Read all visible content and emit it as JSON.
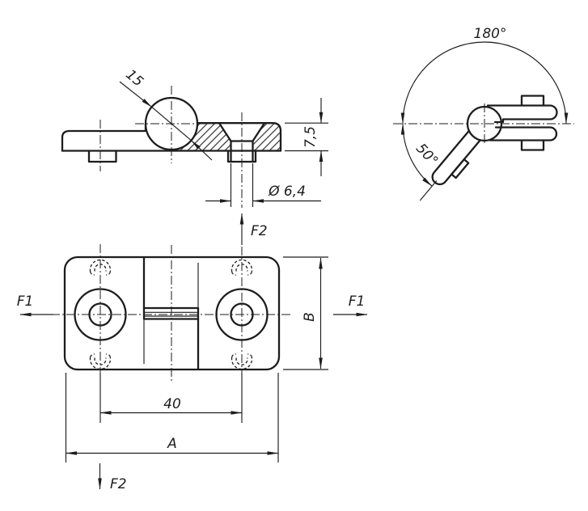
{
  "drawing": {
    "bg_color": "#ffffff",
    "line_color": "#1d1d1d",
    "views": {
      "side_view": {
        "dim_knuckle_diameter": "15",
        "dim_height": "7,5",
        "dim_hole_diameter": "Ø 6,4"
      },
      "rotation_view": {
        "dim_opening_angle": "180°",
        "dim_closing_angle": "50°"
      },
      "plan_view": {
        "dim_hole_spacing": "40",
        "dim_length": "A",
        "dim_width": "B",
        "force_f1_left": "F1",
        "force_f1_right": "F1",
        "force_f2_up": "F2",
        "force_f2_down": "F2"
      }
    }
  }
}
